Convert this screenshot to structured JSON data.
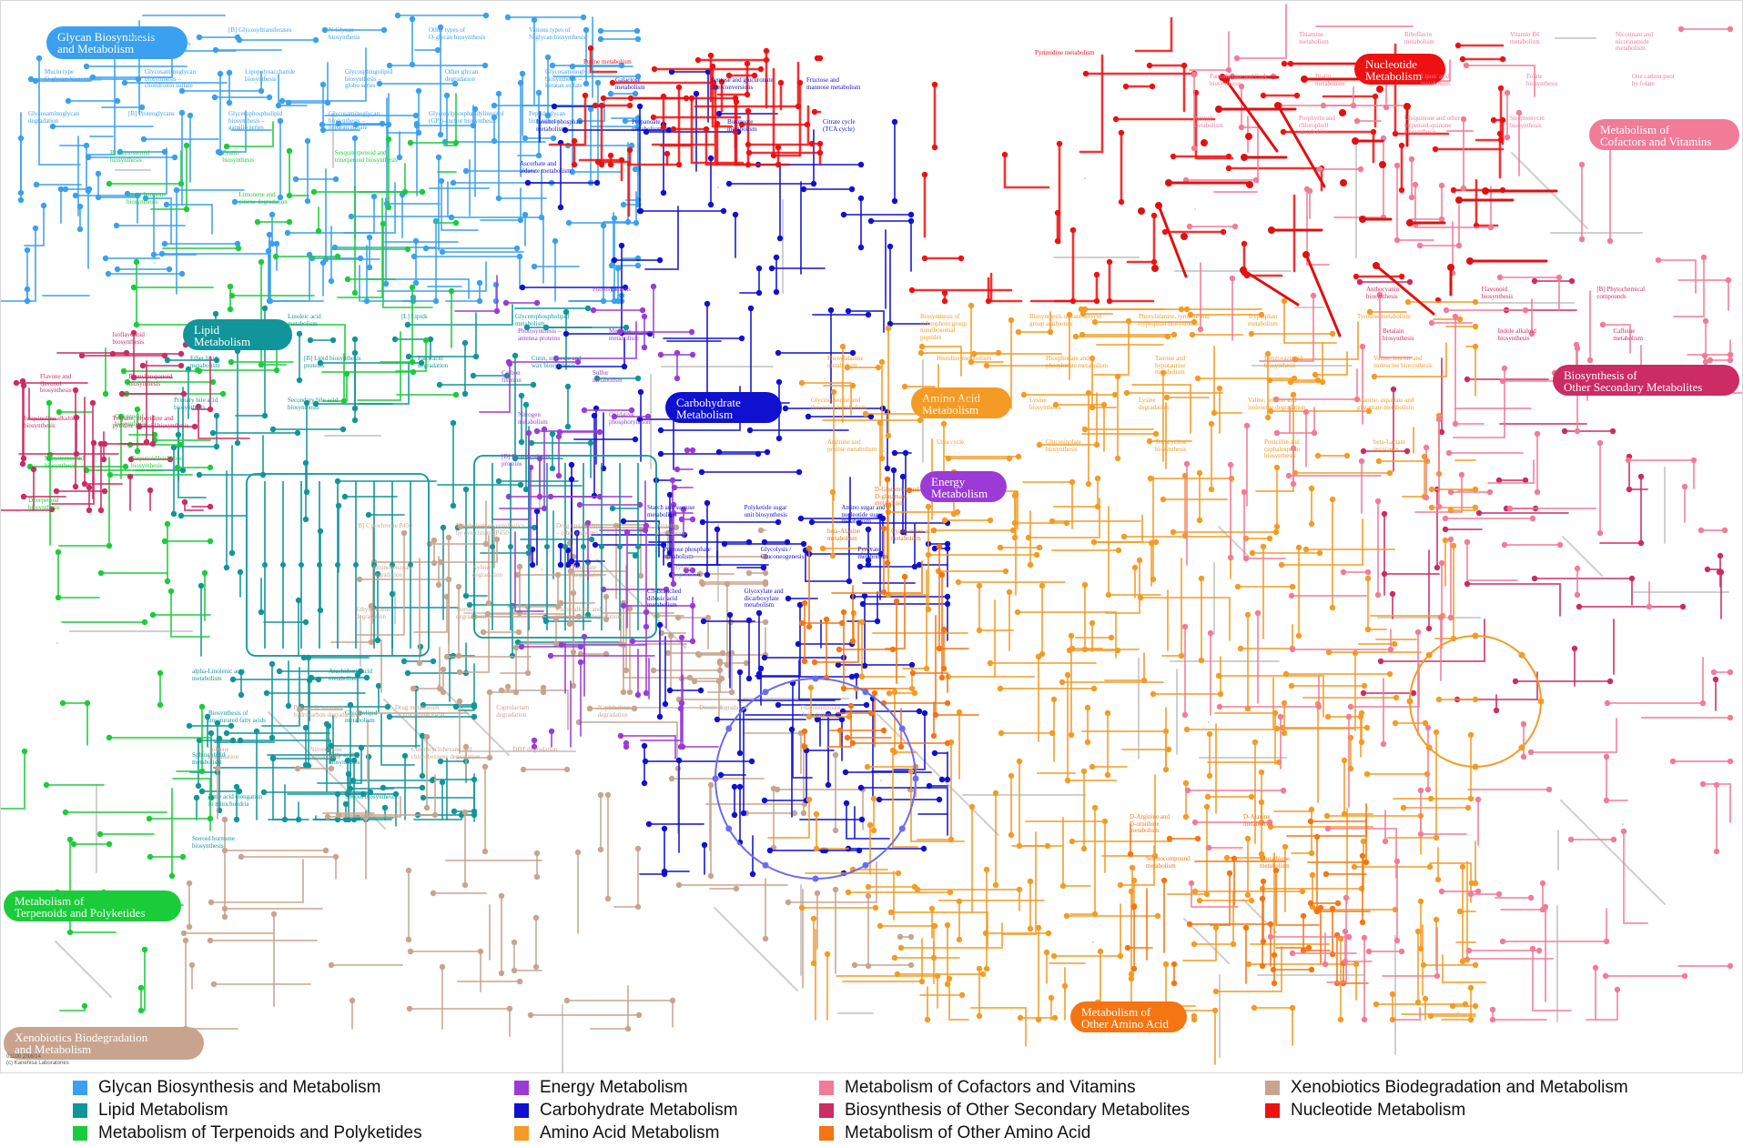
{
  "categories": [
    {
      "key": "glycan",
      "label": "Glycan Biosynthesis\nand Metabolism",
      "color": "#3aa0ef"
    },
    {
      "key": "lipid",
      "label": "Lipid\nMetabolism",
      "color": "#11959a"
    },
    {
      "key": "terpenoid",
      "label": "Metabolism of\nTerpenoids and Polyketides",
      "color": "#1bcc3a"
    },
    {
      "key": "xeno",
      "label": "Xenobiotics Biodegradation\nand Metabolism",
      "color": "#c8a48e"
    },
    {
      "key": "carb",
      "label": "Carbohydrate\nMetabolism",
      "color": "#1010d0"
    },
    {
      "key": "amino",
      "label": "Amino Acid\nMetabolism",
      "color": "#f39b25"
    },
    {
      "key": "energy",
      "label": "Energy\nMetabolism",
      "color": "#9b3ad6"
    },
    {
      "key": "nucleotide",
      "label": "Nucleotide\nMetabolism",
      "color": "#ee1111"
    },
    {
      "key": "cofactors",
      "label": "Metabolism of\nCofactors and Vitamins",
      "color": "#f27b98"
    },
    {
      "key": "secondary",
      "label": "Biosynthesis of\nOther Secondary Metabolites",
      "color": "#cc2b63"
    },
    {
      "key": "otheramino",
      "label": "Metabolism of\nOther Amino Acid",
      "color": "#f57512"
    }
  ],
  "pathway_labels": [
    {
      "text": "Glycosphingolipid\nbiosynthesis –\nlacto and neolacto series",
      "cat": "glycan"
    },
    {
      "text": "[B] Glycosyltransferases",
      "cat": "glycan"
    },
    {
      "text": "N-Glycan\nbiosynthesis",
      "cat": "glycan"
    },
    {
      "text": "Other types of\nO-glycan biosynthesis",
      "cat": "glycan"
    },
    {
      "text": "Various types of\nN-glycan biosynthesis",
      "cat": "glycan"
    },
    {
      "text": "Mucin type\nO-glycan biosynthesis",
      "cat": "glycan"
    },
    {
      "text": "Glycosaminoglycan\nbiosynthesis –\nchondroitin sulfate",
      "cat": "glycan"
    },
    {
      "text": "Lipopolysaccharide\nbiosynthesis",
      "cat": "glycan"
    },
    {
      "text": "Glycosphingolipid\nbiosynthesis –\nglobo series",
      "cat": "glycan"
    },
    {
      "text": "Other glycan\ndegradation",
      "cat": "glycan"
    },
    {
      "text": "Glycosaminoglycan\nbiosynthesis –\nkeratan sulfate",
      "cat": "glycan"
    },
    {
      "text": "Glycosaminoglycan\ndegradation",
      "cat": "glycan"
    },
    {
      "text": "[B] Proteoglycans",
      "cat": "glycan"
    },
    {
      "text": "Glycerophospholipid\nbiosynthesis –\nganglio series",
      "cat": "glycan"
    },
    {
      "text": "Glycosaminoglycan\nbiosynthesis –\nheparan sulfate",
      "cat": "glycan"
    },
    {
      "text": "Glycosylphosphatidylinositol\n(GPI)-anchor biosynthesis",
      "cat": "glycan"
    },
    {
      "text": "Peptidoglycan\nbiosynthesis",
      "cat": "glycan"
    },
    {
      "text": "alpha-Linolenic acid\nmetabolism",
      "cat": "lipid"
    },
    {
      "text": "Linoleic acid\nmetabolism",
      "cat": "lipid"
    },
    {
      "text": "Arachidonic acid\nmetabolism",
      "cat": "lipid"
    },
    {
      "text": "[L] Lipids",
      "cat": "lipid"
    },
    {
      "text": "Biosynthesis of\nunsaturated fatty acids",
      "cat": "lipid"
    },
    {
      "text": "Glycerophospholipid\nmetabolism",
      "cat": "lipid"
    },
    {
      "text": "Glycerolipid\nmetabolism",
      "cat": "lipid"
    },
    {
      "text": "Ether lipid\nmetabolism",
      "cat": "lipid"
    },
    {
      "text": "Sphingolipid\nmetabolism",
      "cat": "lipid"
    },
    {
      "text": "[B] Lipid biosynthesis\nproteins",
      "cat": "lipid"
    },
    {
      "text": "Fatty acid\nbiosynthesis",
      "cat": "lipid"
    },
    {
      "text": "Fatty acid\ndegradation",
      "cat": "lipid"
    },
    {
      "text": "Fatty acid elongation\nin mitochondria",
      "cat": "lipid"
    },
    {
      "text": "Cutin, suberine and\nwax biosynthesis",
      "cat": "lipid"
    },
    {
      "text": "Steroid biosynthesis",
      "cat": "lipid"
    },
    {
      "text": "Primary bile acid\nbiosynthesis",
      "cat": "lipid"
    },
    {
      "text": "Steroid hormone\nbiosynthesis",
      "cat": "lipid"
    },
    {
      "text": "Secondary bile acid\nbiosynthesis",
      "cat": "lipid"
    },
    {
      "text": "Brassinosteroid\nbiosynthesis",
      "cat": "terpenoid"
    },
    {
      "text": "Carotenoid\nbiosynthesis",
      "cat": "terpenoid"
    },
    {
      "text": "Zeatin\nbiosynthesis",
      "cat": "terpenoid"
    },
    {
      "text": "Monoterpenoid\nbiosynthesis",
      "cat": "terpenoid"
    },
    {
      "text": "Sesquiterpenoid and\ntriterpenoid biosynthesis",
      "cat": "terpenoid"
    },
    {
      "text": "Terpenoid backbone\nbiosynthesis",
      "cat": "terpenoid"
    },
    {
      "text": "Insect hormone\nbiosynthesis",
      "cat": "terpenoid"
    },
    {
      "text": "Diterpenoid\nbiosynthesis",
      "cat": "terpenoid"
    },
    {
      "text": "Limonene and\npinene degradation",
      "cat": "terpenoid"
    },
    {
      "text": "Anthocyanin\nbiosynthesis",
      "cat": "secondary"
    },
    {
      "text": "Isoflavonoid\nbiosynthesis",
      "cat": "secondary"
    },
    {
      "text": "Flavonoid\nbiosynthesis",
      "cat": "secondary"
    },
    {
      "text": "Flavone and\nflavonol\nbiosynthesis",
      "cat": "secondary"
    },
    {
      "text": "[B] Phytochemical\ncompounds",
      "cat": "secondary"
    },
    {
      "text": "Phenylpropanoid\nbiosynthesis",
      "cat": "secondary"
    },
    {
      "text": "Betalain\nbiosynthesis",
      "cat": "secondary"
    },
    {
      "text": "Isoquinoline alkaloid\nbiosynthesis",
      "cat": "secondary"
    },
    {
      "text": "Indole alkaloid\nbiosynthesis",
      "cat": "secondary"
    },
    {
      "text": "Tropane, piperidine and\npyridine alkaloid biosynthesis",
      "cat": "secondary"
    },
    {
      "text": "[B] Cytochrome P450",
      "cat": "xeno"
    },
    {
      "text": "Polycyclic aromatic\nhydrocarbon degradation",
      "cat": "xeno"
    },
    {
      "text": "Metabolism of xenobiotics\nby cytochrome P450",
      "cat": "xeno"
    },
    {
      "text": "Drug metabolism\n– cytochrome P450",
      "cat": "xeno"
    },
    {
      "text": "Drug metabolism\n– other enzymes",
      "cat": "xeno"
    },
    {
      "text": "Caprolactam\ndegradation",
      "cat": "xeno"
    },
    {
      "text": "Atrazine\ndegradation",
      "cat": "xeno"
    },
    {
      "text": "Naphthalene\ndegradation",
      "cat": "xeno"
    },
    {
      "text": "Aminobenzoate\ndegradation",
      "cat": "xeno"
    },
    {
      "text": "Dioxin degradation",
      "cat": "xeno"
    },
    {
      "text": "Xylene\ndegradation",
      "cat": "xeno"
    },
    {
      "text": "Fluorobenzoate\ndegradation",
      "cat": "xeno"
    },
    {
      "text": "Benzoate\ndegradation",
      "cat": "xeno"
    },
    {
      "text": "Toluene\ndegradation",
      "cat": "xeno"
    },
    {
      "text": "Styrene\ndegradation",
      "cat": "xeno"
    },
    {
      "text": "Nitrotoluene\ndegradation",
      "cat": "xeno"
    },
    {
      "text": "Ethylbenzene\ndegradation",
      "cat": "xeno"
    },
    {
      "text": "Chlorocyclohexane and\nchlorobenzene degradation",
      "cat": "xeno"
    },
    {
      "text": "Steroid\ndegradation",
      "cat": "xeno"
    },
    {
      "text": "DDT degradation",
      "cat": "xeno"
    },
    {
      "text": "Chloroalkane and\nchloroalkene degradation",
      "cat": "xeno"
    },
    {
      "text": "Starch and sucrose\nmetabolism",
      "cat": "carb"
    },
    {
      "text": "Galactose\nmetabolism",
      "cat": "carb"
    },
    {
      "text": "Polyketide sugar\nunit biosynthesis",
      "cat": "carb"
    },
    {
      "text": "Pentose and glucuronate\ninterconversions",
      "cat": "carb"
    },
    {
      "text": "Amino sugar and\nnucleotide sugar\nmetabolism",
      "cat": "carb"
    },
    {
      "text": "Fructose and\nmannose metabolism",
      "cat": "carb"
    },
    {
      "text": "Pentose phosphate\nmetabolism",
      "cat": "carb"
    },
    {
      "text": "Inositol phosphate\nmetabolism",
      "cat": "carb"
    },
    {
      "text": "Glycolysis /\nGluconeogenesis",
      "cat": "carb"
    },
    {
      "text": "Propanoate\nmetabolism",
      "cat": "carb"
    },
    {
      "text": "Pyruvate\nmetabolism",
      "cat": "carb"
    },
    {
      "text": "Butanoate\nmetabolism",
      "cat": "carb"
    },
    {
      "text": "C5-Branched\ndibasic acid\nmetabolism",
      "cat": "carb"
    },
    {
      "text": "Citrate cycle\n(TCA cycle)",
      "cat": "carb"
    },
    {
      "text": "Glyoxylate and\ndicarboxylate\nmetabolism",
      "cat": "carb"
    },
    {
      "text": "Ascorbate and\naldarate metabolism",
      "cat": "carb"
    },
    {
      "text": "Photosynthesis",
      "cat": "energy"
    },
    {
      "text": "Photosynthesis –\nantenna proteins",
      "cat": "energy"
    },
    {
      "text": "Methane\nmetabolism",
      "cat": "energy"
    },
    {
      "text": "Carbon\nfixation",
      "cat": "energy"
    },
    {
      "text": "Sulfur\nmetabolism",
      "cat": "energy"
    },
    {
      "text": "Nitrogen\nmetabolism",
      "cat": "energy"
    },
    {
      "text": "Oxidative\nphosphorylation",
      "cat": "energy"
    },
    {
      "text": "[B] Photosynthesis\nproteins",
      "cat": "energy"
    },
    {
      "text": "Purine metabolism",
      "cat": "nucleotide"
    },
    {
      "text": "Pyrimidine metabolism",
      "cat": "nucleotide"
    },
    {
      "text": "Biosynthesis of\nsiderophore group\nnonribosomal\npeptides",
      "cat": "amino"
    },
    {
      "text": "Biosynthesis of vancomycin\ngroup antibiotics",
      "cat": "amino"
    },
    {
      "text": "Phenylalanine, tyrosine and\ntryptophan biosynthesis",
      "cat": "amino"
    },
    {
      "text": "Tryptophan\nmetabolism",
      "cat": "amino"
    },
    {
      "text": "Tyrosine metabolism",
      "cat": "amino"
    },
    {
      "text": "Phenylalanine\nmetabolism",
      "cat": "amino"
    },
    {
      "text": "Histidine metabolism",
      "cat": "amino"
    },
    {
      "text": "Phosphonate and\nphosphinate metabolism",
      "cat": "amino"
    },
    {
      "text": "Taurine and\nhypotaurine\nmetabolism",
      "cat": "amino"
    },
    {
      "text": "Benzoxazinoid\nbiosynthesis",
      "cat": "amino"
    },
    {
      "text": "Valine, leucine and\nisoleucine biosynthesis",
      "cat": "amino"
    },
    {
      "text": "Glycine, serine and\nthreonine metabolism",
      "cat": "amino"
    },
    {
      "text": "Cysteine and methionine\nmetabolism",
      "cat": "amino"
    },
    {
      "text": "Lysine\nbiosynthesis",
      "cat": "amino"
    },
    {
      "text": "Lysine\ndegradation",
      "cat": "amino"
    },
    {
      "text": "Valine, leucine and\nisoleucine degradation",
      "cat": "amino"
    },
    {
      "text": "Alanine, aspartate and\nglutamate metabolism",
      "cat": "amino"
    },
    {
      "text": "Arginine and\nproline metabolism",
      "cat": "amino"
    },
    {
      "text": "Urea cycle",
      "cat": "amino"
    },
    {
      "text": "Glucosinolate\nbiosynthesis",
      "cat": "amino"
    },
    {
      "text": "Tetracycline\nbiosynthesis",
      "cat": "amino"
    },
    {
      "text": "Penicillin and\ncephalosporin\nbiosynthesis",
      "cat": "amino"
    },
    {
      "text": "beta-Lactam\nresistance",
      "cat": "amino"
    },
    {
      "text": "D-Arginine and\nD-ornithine\nmetabolism",
      "cat": "otheramino"
    },
    {
      "text": "D-Glutamine and\nD-glutamate\nmetabolism",
      "cat": "otheramino"
    },
    {
      "text": "D-Alanine\nmetabolism",
      "cat": "otheramino"
    },
    {
      "text": "beta-Alanine\nmetabolism",
      "cat": "otheramino"
    },
    {
      "text": "Selenocompound\nmetabolism",
      "cat": "otheramino"
    },
    {
      "text": "Cyanoamino acid\nmetabolism",
      "cat": "otheramino"
    },
    {
      "text": "Glutathione\nmetabolism",
      "cat": "otheramino"
    },
    {
      "text": "Thiamine\nmetabolism",
      "cat": "cofactors"
    },
    {
      "text": "Riboflavin\nmetabolism",
      "cat": "cofactors"
    },
    {
      "text": "Vitamin B6\nmetabolism",
      "cat": "cofactors"
    },
    {
      "text": "Nicotinate and\nnicotinamide\nmetabolism",
      "cat": "cofactors"
    },
    {
      "text": "Pantothenate and CoA\nbiosynthesis",
      "cat": "cofactors"
    },
    {
      "text": "Biotin\nmetabolism",
      "cat": "cofactors"
    },
    {
      "text": "Lipoic acid\nmetabolism",
      "cat": "cofactors"
    },
    {
      "text": "Folate\nbiosynthesis",
      "cat": "cofactors"
    },
    {
      "text": "One carbon pool\nby folate",
      "cat": "cofactors"
    },
    {
      "text": "Retinol\nmetabolism",
      "cat": "cofactors"
    },
    {
      "text": "Porphyrin and\nchlorophyll\nmetabolism",
      "cat": "cofactors"
    },
    {
      "text": "Ubiquinone and other\nterpenoid-quinone\nbiosynthesis",
      "cat": "cofactors"
    },
    {
      "text": "Caffeine\nmetabolism",
      "cat": "secondary"
    },
    {
      "text": "Streptomycin\nbiosynthesis",
      "cat": "cofactors"
    }
  ],
  "footer_id": "01100 2/16/14\n(c) Kanehisa Laboratories",
  "legend": [
    {
      "label": "Glycan Biosynthesis and Metabolism",
      "color": "#3aa0ef"
    },
    {
      "label": "Lipid Metabolism",
      "color": "#11959a"
    },
    {
      "label": "Metabolism of Terpenoids and Polyketides",
      "color": "#1bcc3a"
    },
    {
      "label": "Energy Metabolism",
      "color": "#9b3ad6"
    },
    {
      "label": "Carbohydrate Metabolism",
      "color": "#1010d0"
    },
    {
      "label": "Amino Acid Metabolism",
      "color": "#f39b25"
    },
    {
      "label": "Metabolism of Cofactors and Vitamins",
      "color": "#f27b98"
    },
    {
      "label": "Biosynthesis of Other Secondary Metabolites",
      "color": "#cc2b63"
    },
    {
      "label": "Metabolism of Other Amino Acid",
      "color": "#f57512"
    },
    {
      "label": "Xenobiotics Biodegradation and Metabolism",
      "color": "#c8a48e"
    },
    {
      "label": "Nucleotide Metabolism",
      "color": "#ee1111"
    }
  ]
}
